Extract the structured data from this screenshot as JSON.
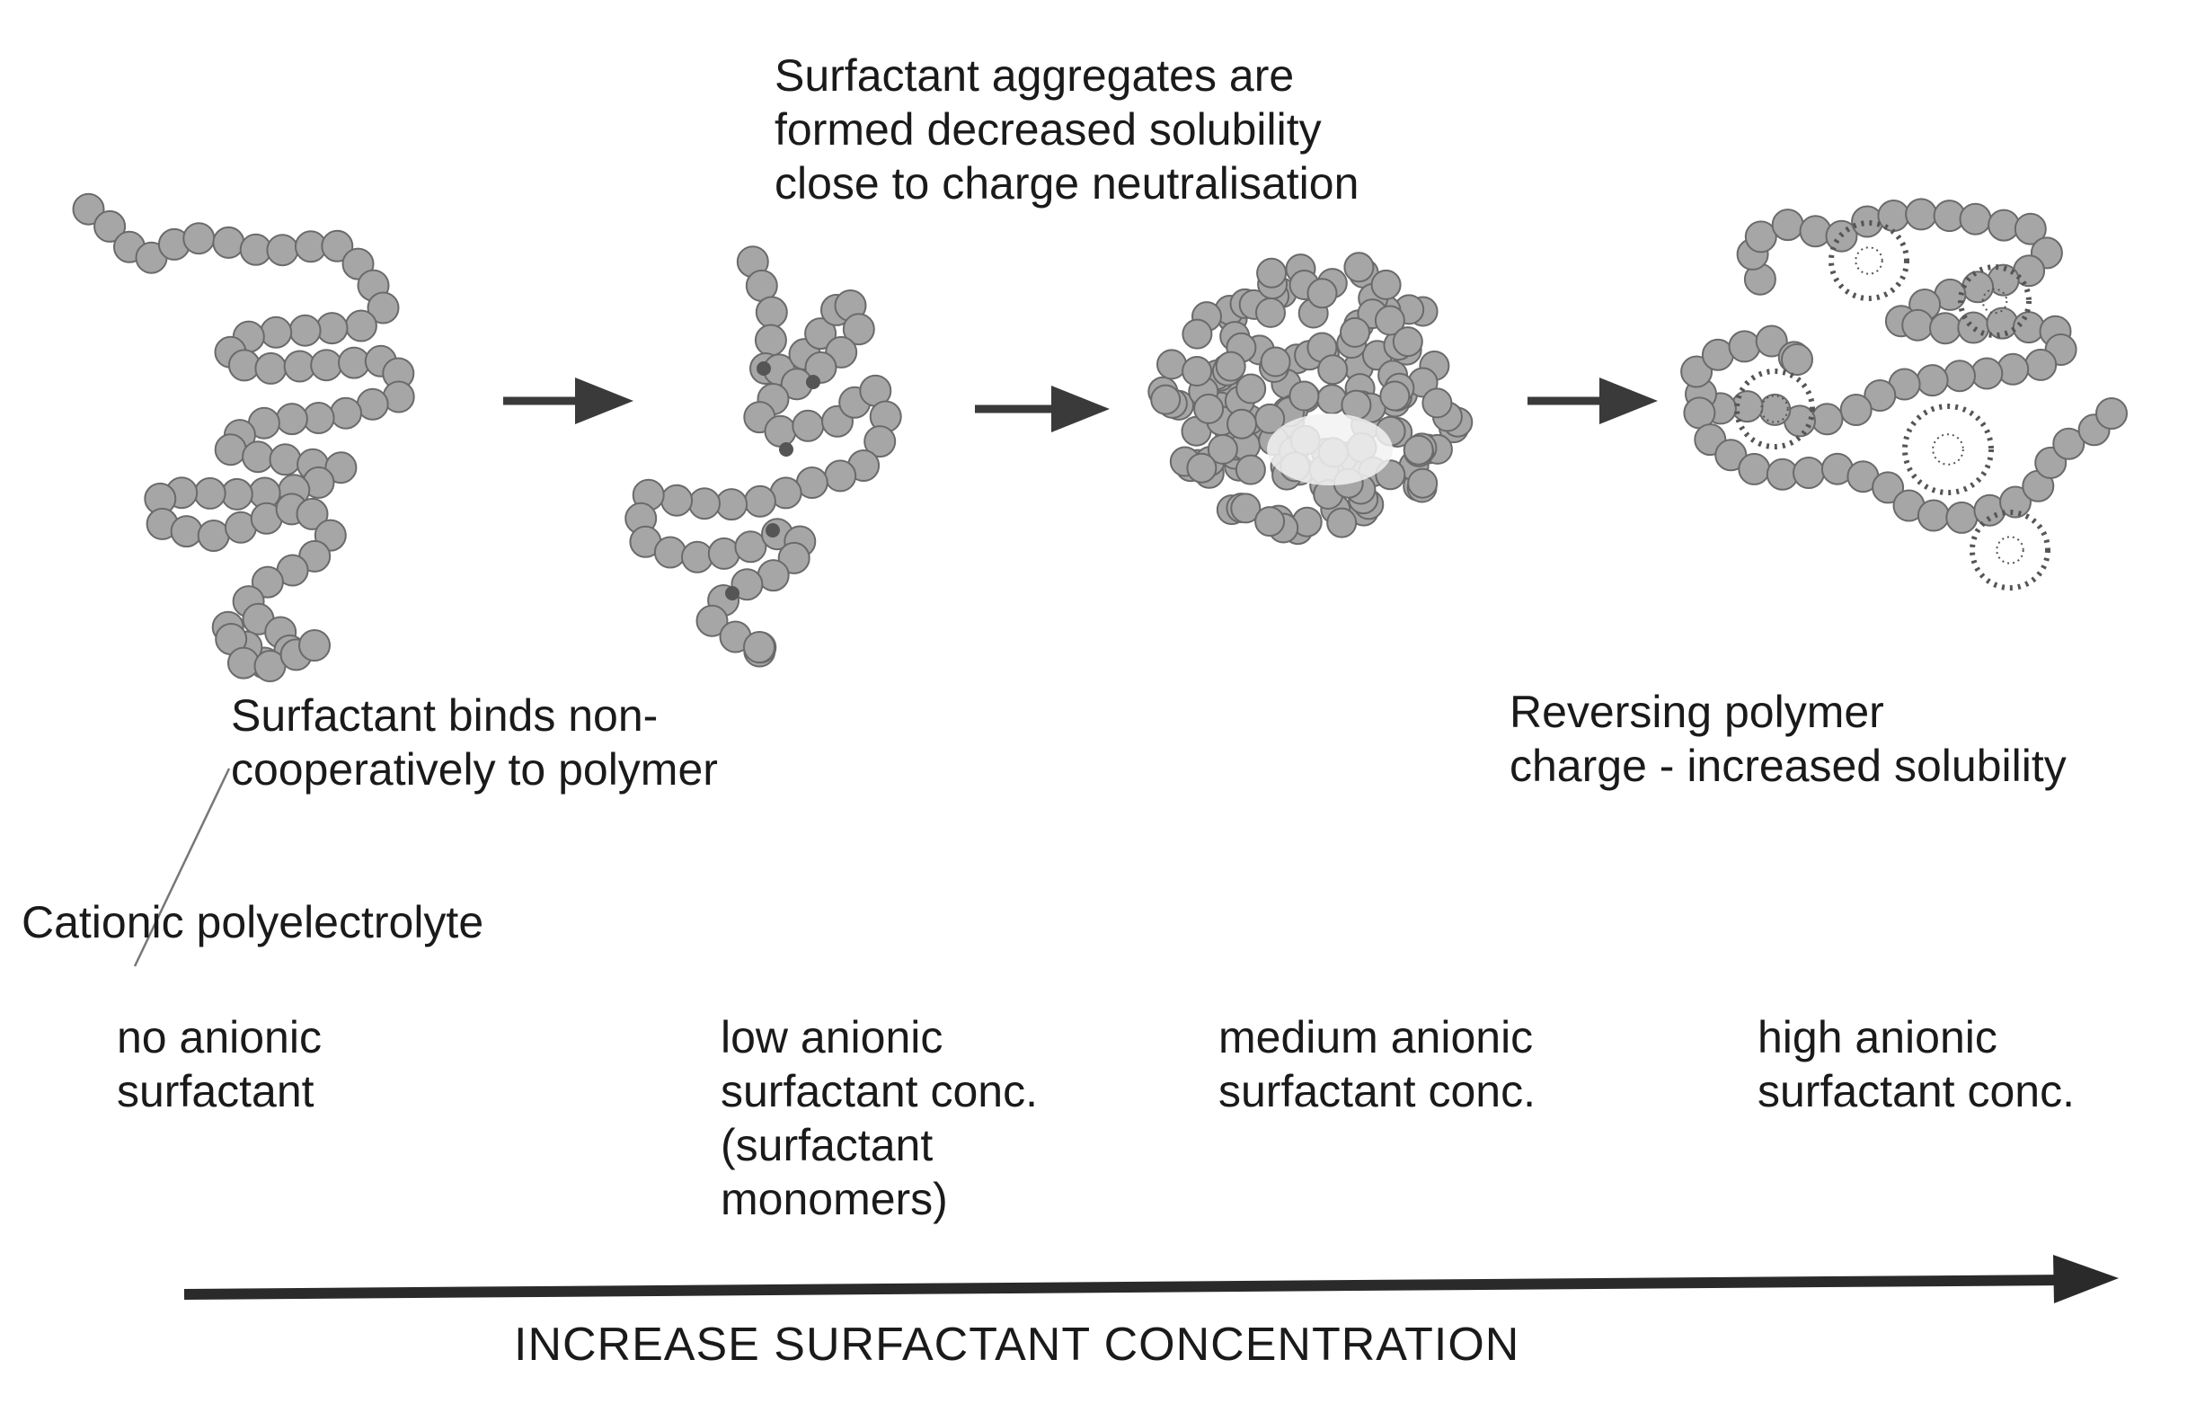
{
  "annotations": {
    "aggregates": [
      "Surfactant aggregates are",
      "formed decreased solubility",
      "close to charge neutralisation"
    ],
    "binds": [
      "Surfactant binds non-",
      "cooperatively to polymer"
    ],
    "reversing": [
      "Reversing polymer",
      "charge - increased solubility"
    ],
    "polyelectrolyte": "Cationic polyelectrolyte"
  },
  "stages": [
    {
      "lines": [
        "no anionic",
        "surfactant"
      ]
    },
    {
      "lines": [
        "low anionic",
        "surfactant conc.",
        "(surfactant",
        "monomers)"
      ]
    },
    {
      "lines": [
        "medium anionic",
        "surfactant conc."
      ]
    },
    {
      "lines": [
        "high anionic",
        "surfactant conc."
      ]
    }
  ],
  "axis": {
    "label": "INCREASE SURFACTANT CONCENTRATION"
  },
  "colors": {
    "bead_fill": "#a6a6a6",
    "bead_stroke": "#6a6a6a",
    "arrow": "#3a3a3a",
    "micelle": "#555555",
    "text": "#1a1a1a"
  }
}
